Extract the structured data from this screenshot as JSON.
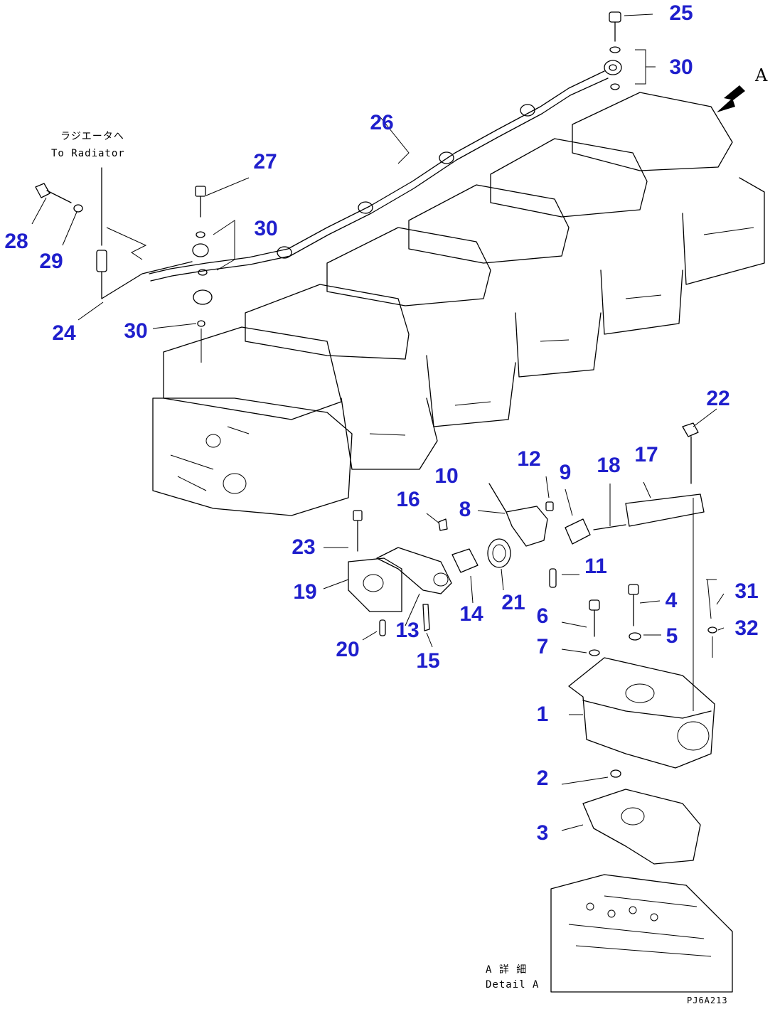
{
  "callouts": [
    {
      "n": "1"
    },
    {
      "n": "2"
    },
    {
      "n": "3"
    },
    {
      "n": "4"
    },
    {
      "n": "5"
    },
    {
      "n": "6"
    },
    {
      "n": "7"
    },
    {
      "n": "8"
    },
    {
      "n": "9"
    },
    {
      "n": "10"
    },
    {
      "n": "11"
    },
    {
      "n": "12"
    },
    {
      "n": "13"
    },
    {
      "n": "14"
    },
    {
      "n": "15"
    },
    {
      "n": "16"
    },
    {
      "n": "17"
    },
    {
      "n": "18"
    },
    {
      "n": "19"
    },
    {
      "n": "20"
    },
    {
      "n": "21"
    },
    {
      "n": "22"
    },
    {
      "n": "23"
    },
    {
      "n": "24"
    },
    {
      "n": "25"
    },
    {
      "n": "26"
    },
    {
      "n": "27"
    },
    {
      "n": "28"
    },
    {
      "n": "29"
    },
    {
      "n": "30"
    },
    {
      "n": "30"
    },
    {
      "n": "30"
    },
    {
      "n": "31"
    },
    {
      "n": "32"
    }
  ],
  "notes": {
    "radiator_jp": "ラジエータへ",
    "radiator_en": "To Radiator",
    "view_marker": "A",
    "detail_jp": "A 詳 細",
    "detail_en": "Detail A",
    "drawing_code": "PJ6A213"
  },
  "colors": {
    "callout": "#1f1fcc",
    "line": "#000000"
  }
}
